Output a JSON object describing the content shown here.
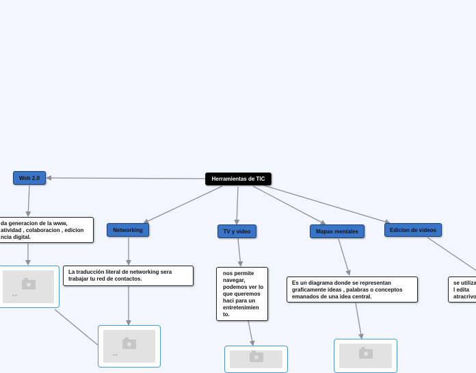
{
  "nodes": {
    "root": "Herramientas de TIC",
    "web20": "Web 2.0",
    "networking": "Networking",
    "tv": "TV y video",
    "mapas": "Mapas mentales",
    "edicion": "Edicion de videos"
  },
  "notes": {
    "web20": "da generacion de la www, atividad , colaboracion , edicion ncia digital.",
    "networking": "La traducción literal de networking sera trabajar tu red de contactos.",
    "tv": "nos permite navegar, podemos ver lo que queremos haci para un entretenimien to.",
    "mapas": "Es un diagrama donde se representan graficamente ideas , palabras o conceptos emanados de una idea central.",
    "edicion": "se utiliza a l edita atracrivo"
  },
  "colors": {
    "background": "#f3f6fe",
    "root": "#000000",
    "topic": "#3a74c7",
    "edge": "#8a8f98",
    "image_border": "#4a9ad6"
  },
  "icons": [
    "camera-icon"
  ]
}
